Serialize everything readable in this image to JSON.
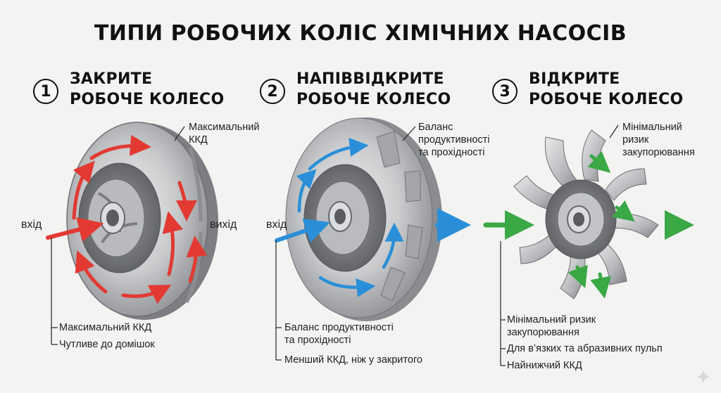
{
  "title": "ТИПИ РОБОЧИХ КОЛІС ХІМІЧНИХ НАСОСІВ",
  "sections": [
    {
      "number": "1",
      "heading_line1": "ЗАКРИТЕ",
      "heading_line2": "РОБОЧЕ КОЛЕСО",
      "arrow_color": "#e23a33",
      "inlet_label": "вхід",
      "outlet_label": "вихід",
      "top_callout": [
        "Максимальний",
        "ККД"
      ],
      "bottom_notes": [
        "Максимальний ККД",
        "Чутливе до домішок"
      ]
    },
    {
      "number": "2",
      "heading_line1": "НАПІВВІДКРИТЕ",
      "heading_line2": "РОБОЧЕ КОЛЕСО",
      "arrow_color": "#2a8fd8",
      "inlet_label": "вхід",
      "top_callout": [
        "Баланс",
        "продуктивності",
        "та прохідності"
      ],
      "bottom_notes": [
        "Баланс продуктивності",
        "та прохідності",
        "Менший ККД, ніж у закритого"
      ]
    },
    {
      "number": "3",
      "heading_line1": "ВІДКРИТЕ",
      "heading_line2": "РОБОЧЕ КОЛЕСО",
      "arrow_color": "#3aa845",
      "top_callout": [
        "Мінімальний",
        "ризик",
        "закупорювання"
      ],
      "bottom_notes": [
        "Мінімальний ризик",
        "закупорювання",
        "Для в’язких та абразивних пульп",
        "Найнижчий ККД"
      ]
    }
  ],
  "icons": [
    "sparkle-icon"
  ]
}
